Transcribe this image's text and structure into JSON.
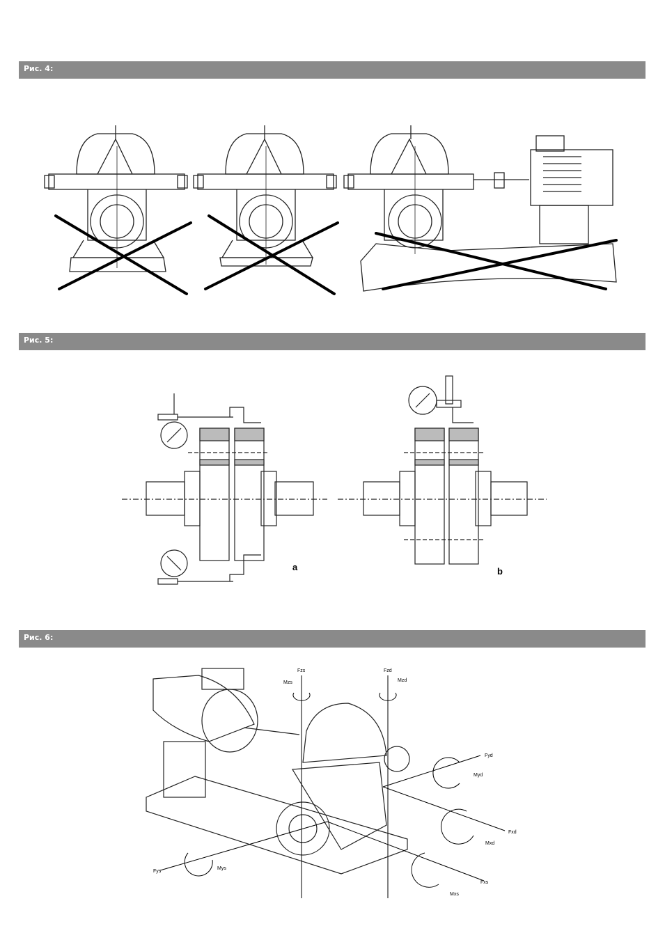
{
  "sections": [
    {
      "label": "Рис. 4:"
    },
    {
      "label": "Рис. 5:"
    },
    {
      "label": "Рис. 6:"
    }
  ],
  "fig5": {
    "label_a": "a",
    "label_b": "b"
  },
  "fig6": {
    "forces": {
      "fzs": "Fzs",
      "mzs": "Mzs",
      "fzd": "Fzd",
      "mzd": "Mzd",
      "fyd": "Fyd",
      "myd": "Myd",
      "fxd": "Fxd",
      "mxd": "Mxd",
      "fxs": "Fxs",
      "mxs": "Mxs",
      "fys": "Fys",
      "mys": "Mys"
    }
  }
}
